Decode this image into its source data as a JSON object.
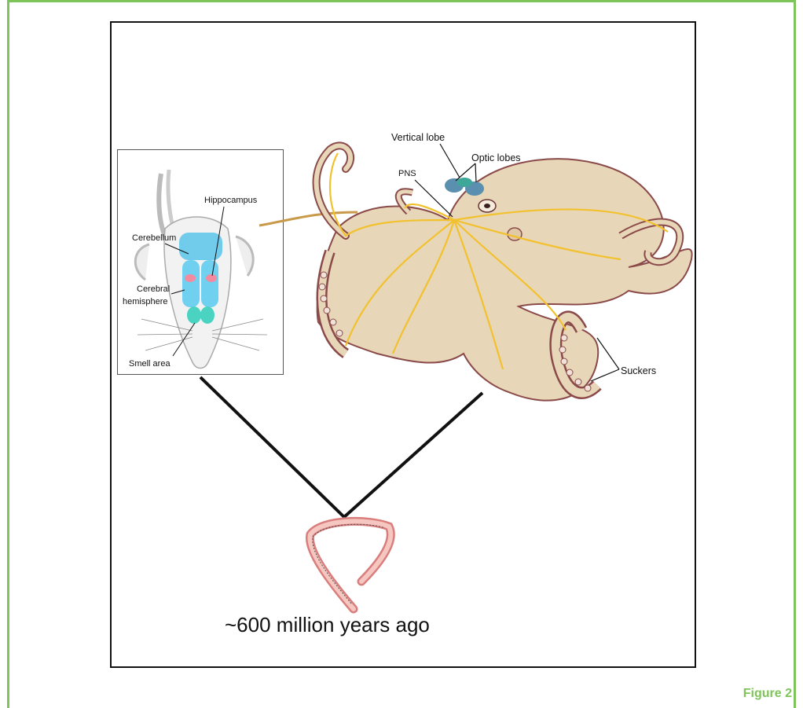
{
  "figure": {
    "label": "Figure 2",
    "caption": "~600 million years ago",
    "accent_color": "#7fc45a"
  },
  "mouse_brain": {
    "labels": {
      "hippocampus": "Hippocampus",
      "cerebellum": "Cerebellum",
      "cerebral_line1": "Cerebral",
      "cerebral_line2": "hemisphere",
      "smell_area": "Smell area"
    },
    "colors": {
      "brain": "#5bc6ea",
      "hippocampus": "#f48aa0",
      "smell": "#49d3c0"
    }
  },
  "octopus": {
    "labels": {
      "vertical_lobe": "Vertical lobe",
      "optic_lobes": "Optic lobes",
      "pns": "PNS",
      "suckers": "Suckers"
    },
    "colors": {
      "body": "#e8d6b8",
      "outline": "#8a4a4a",
      "nerves": "#f2c12e",
      "lobes": "#3fa79a"
    }
  }
}
